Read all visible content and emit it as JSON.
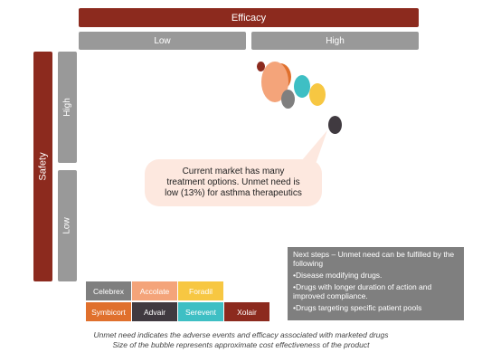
{
  "header": {
    "efficacy": "Efficacy",
    "efficacy_low": "Low",
    "efficacy_high": "High",
    "safety": "Safety",
    "safety_high": "High",
    "safety_low": "Low"
  },
  "colors": {
    "dark_red": "#8c2a1e",
    "gray": "#999999",
    "celebrex": "#7f7f7f",
    "accolate": "#f4a47a",
    "foradil": "#f7c742",
    "symbicort": "#e0702d",
    "advair": "#403a40",
    "serevent": "#3ebfc4",
    "xolair": "#8c2a1e"
  },
  "bubbles": [
    {
      "drug": "Xolair",
      "color": "#8c2a1e"
    },
    {
      "drug": "Symbicort",
      "color": "#e0702d"
    },
    {
      "drug": "Accolate",
      "color": "#f4a47a"
    },
    {
      "drug": "Celebrex",
      "color": "#7f7f7f"
    },
    {
      "drug": "Serevent",
      "color": "#3ebfc4"
    },
    {
      "drug": "Foradil",
      "color": "#f7c742"
    },
    {
      "drug": "Advair",
      "color": "#403a40"
    }
  ],
  "callout": {
    "text": "Current market has many\ntreatment options. Unmet need is\nlow (13%) for asthma therapeutics"
  },
  "next_steps": {
    "title": "Next steps – Unmet need can be fulfilled by the following",
    "items": [
      "•Disease modifying drugs.",
      "•Drugs with longer duration of action and improved compliance.",
      "•Drugs targeting specific patient pools"
    ]
  },
  "legend": [
    {
      "label": "Celebrex",
      "color": "#7f7f7f"
    },
    {
      "label": "Accolate",
      "color": "#f4a47a"
    },
    {
      "label": "Foradil",
      "color": "#f7c742"
    },
    {
      "label": "Symbicort",
      "color": "#e0702d"
    },
    {
      "label": "Advair",
      "color": "#403a40"
    },
    {
      "label": "Serevent",
      "color": "#3ebfc4"
    },
    {
      "label": "Xolair",
      "color": "#8c2a1e"
    }
  ],
  "footer": {
    "line1": "Unmet need indicates the adverse events and efficacy associated with marketed drugs",
    "line2": "Size of the bubble represents approximate cost effectiveness of the product"
  }
}
